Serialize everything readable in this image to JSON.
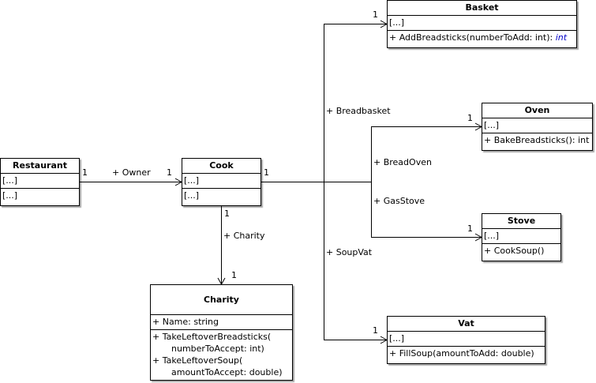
{
  "classes": {
    "restaurant": {
      "name": "Restaurant",
      "attributes": "[...]",
      "operations": "[...]"
    },
    "cook": {
      "name": "Cook",
      "attributes": "[...]",
      "operations": "[...]"
    },
    "charity": {
      "name": "Charity",
      "attributes": "+ Name: string",
      "op1_line1": "+ TakeLeftoverBreadsticks(",
      "op1_line2": "numberToAccept: int)",
      "op2_line1": "+ TakeLeftoverSoup(",
      "op2_line2": "amountToAccept: double)"
    },
    "basket": {
      "name": "Basket",
      "attributes": "[...]",
      "operation": "+ AddBreadsticks(numberToAdd: int): ",
      "return_type": "int"
    },
    "oven": {
      "name": "Oven",
      "attributes": "[...]",
      "operation": "+ BakeBreadsticks(): int"
    },
    "stove": {
      "name": "Stove",
      "attributes": "[...]",
      "operation": "+ CookSoup()"
    },
    "vat": {
      "name": "Vat",
      "attributes": "[...]",
      "operation": "+ FillSoup(amountToAdd: double)"
    }
  },
  "associations": {
    "owner": {
      "role": "+ Owner",
      "source_mult": "1",
      "target_mult": "1"
    },
    "charity": {
      "role": "+ Charity",
      "source_mult": "1",
      "target_mult": "1"
    },
    "cook_source_mult": "1",
    "breadbasket": {
      "role": "+ Breadbasket",
      "target_mult": "1"
    },
    "breadoven": {
      "role": "+ BreadOven",
      "target_mult": "1"
    },
    "gasstove": {
      "role": "+ GasStove",
      "target_mult": "1"
    },
    "soupvat": {
      "role": "+ SoupVat",
      "target_mult": "1"
    }
  },
  "colors": {
    "line": "#000000",
    "return_type": "#0000c8",
    "background": "#ffffff"
  }
}
